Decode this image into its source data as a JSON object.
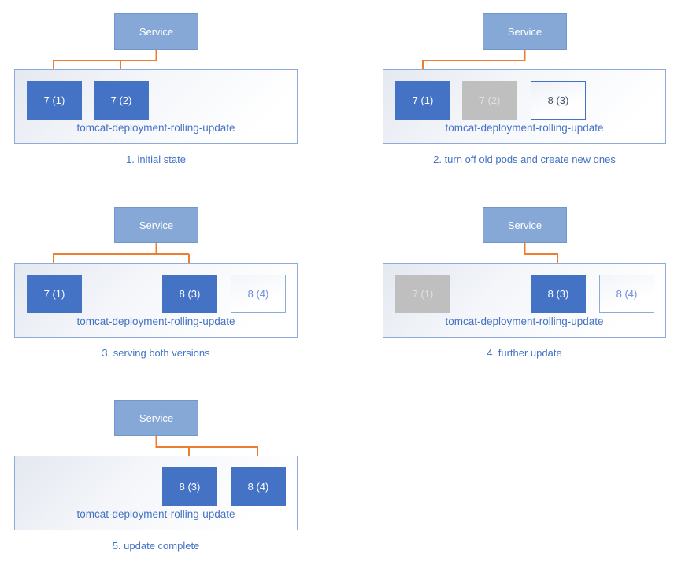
{
  "diagram": {
    "service_label": "Service",
    "deployment_label": "tomcat-deployment-rolling-update",
    "colors": {
      "pod_active": "#4472C4",
      "pod_old": "#BFBFBF",
      "pod_old_text": "#E0E0E0",
      "pod_new_border": "#4472C4",
      "pod_new_text": "#44546A",
      "pod_pending_border": "#8EA9DB",
      "pod_pending_text": "#6E8CD9",
      "service_fill": "#85A8D6",
      "service_border": "#7296C8",
      "arrow": "#ED7D31",
      "box_border": "#8EA9DB",
      "label_text": "#4472C4"
    },
    "panels": [
      {
        "caption": "1. initial state",
        "pods": [
          {
            "label": "7 (1)",
            "state": "active"
          },
          {
            "label": "7 (2)",
            "state": "active"
          }
        ]
      },
      {
        "caption": "2. turn off old pods and create new ones",
        "pods": [
          {
            "label": "7 (1)",
            "state": "active"
          },
          {
            "label": "7 (2)",
            "state": "old"
          },
          {
            "label": "8 (3)",
            "state": "new"
          }
        ]
      },
      {
        "caption": "3. serving both versions",
        "pods": [
          {
            "label": "7 (1)",
            "state": "active"
          },
          {
            "label": "8 (3)",
            "state": "active"
          },
          {
            "label": "8 (4)",
            "state": "pending"
          }
        ]
      },
      {
        "caption": "4. further update",
        "pods": [
          {
            "label": "7 (1)",
            "state": "old"
          },
          {
            "label": "8 (3)",
            "state": "active"
          },
          {
            "label": "8 (4)",
            "state": "pending"
          }
        ]
      },
      {
        "caption": "5. update complete",
        "pods": [
          {
            "label": "8 (3)",
            "state": "active"
          },
          {
            "label": "8 (4)",
            "state": "active"
          }
        ]
      }
    ]
  }
}
